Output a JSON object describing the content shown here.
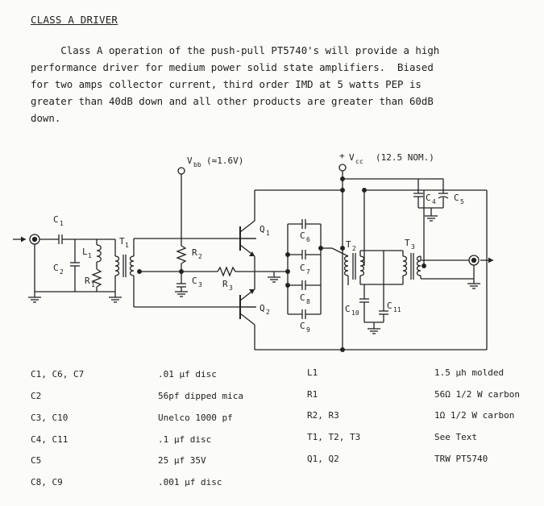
{
  "title": "CLASS A DRIVER",
  "paragraph": [
    "     Class A operation of the push-pull PT5740's will provide a high",
    "performance driver for medium power solid state amplifiers.  Biased",
    "for two amps collector current, third order IMD at 5 watts PEP is",
    "greater than 40dB down and all other products are greater than 60dB",
    "down."
  ],
  "schematic": {
    "vbb_label": "V",
    "vbb_sub": "bb",
    "vbb_value": "(≈1.6V)",
    "vcc_plus": "+",
    "vcc_label": "V",
    "vcc_sub": "cc",
    "vcc_value": "(12.5 NOM.)",
    "labels": {
      "C1": "C",
      "C1s": "1",
      "C2": "C",
      "C2s": "2",
      "L1": "L",
      "L1s": "1",
      "R1": "R",
      "R1s": "1",
      "T1": "T",
      "T1s": "1",
      "R2": "R",
      "R2s": "2",
      "C3": "C",
      "C3s": "3",
      "R3": "R",
      "R3s": "3",
      "Q1": "Q",
      "Q1s": "1",
      "Q2": "Q",
      "Q2s": "2",
      "C6": "C",
      "C6s": "6",
      "C7": "C",
      "C7s": "7",
      "C8": "C",
      "C8s": "8",
      "C9": "C",
      "C9s": "9",
      "T2": "T",
      "T2s": "2",
      "C10": "C",
      "C10s": "10",
      "C11": "C",
      "C11s": "11",
      "T3": "T",
      "T3s": "3",
      "C4": "C",
      "C4s": "4",
      "C5": "C",
      "C5s": "5"
    }
  },
  "parts_left": [
    {
      "ref": "C1, C6, C7",
      "value": ".01  µf disc"
    },
    {
      "ref": "C2",
      "value": "56pf dipped mica"
    },
    {
      "ref": "C3, C10",
      "value": "Unelco 1000 pf"
    },
    {
      "ref": "C4, C11",
      "value": ".1  µf disc"
    },
    {
      "ref": "C5",
      "value": "25  µf 35V"
    },
    {
      "ref": "C8, C9",
      "value": ".001 µf disc"
    }
  ],
  "parts_right": [
    {
      "ref": "L1",
      "value": "1.5  µh molded"
    },
    {
      "ref": "R1",
      "value": "56Ω 1/2 W carbon"
    },
    {
      "ref": "R2, R3",
      "value": "1Ω 1/2 W carbon"
    },
    {
      "ref": "T1, T2, T3",
      "value": "See Text"
    },
    {
      "ref": "Q1, Q2",
      "value": "TRW PT5740"
    }
  ]
}
